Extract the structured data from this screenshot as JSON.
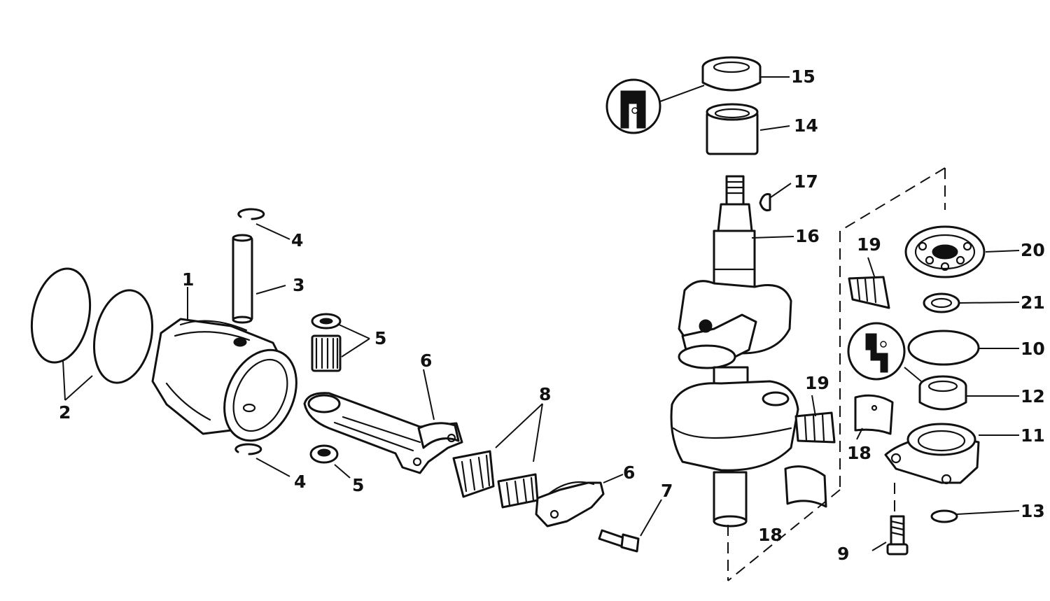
{
  "diagram": {
    "labels": {
      "p1": "1",
      "p2": "2",
      "p3": "3",
      "p4_top": "4",
      "p4_bottom": "4",
      "p5_top": "5",
      "p5_bottom": "5",
      "p6_rod": "6",
      "p6_cap": "6",
      "p7": "7",
      "p8": "8",
      "p9": "9",
      "p10": "10",
      "p11": "11",
      "p12": "12",
      "p13": "13",
      "p14": "14",
      "p15": "15",
      "p16": "16",
      "p17": "17",
      "p18_left": "18",
      "p18_right": "18",
      "p19_upper": "19",
      "p19_lower": "19",
      "p20": "20",
      "p21": "21"
    }
  }
}
